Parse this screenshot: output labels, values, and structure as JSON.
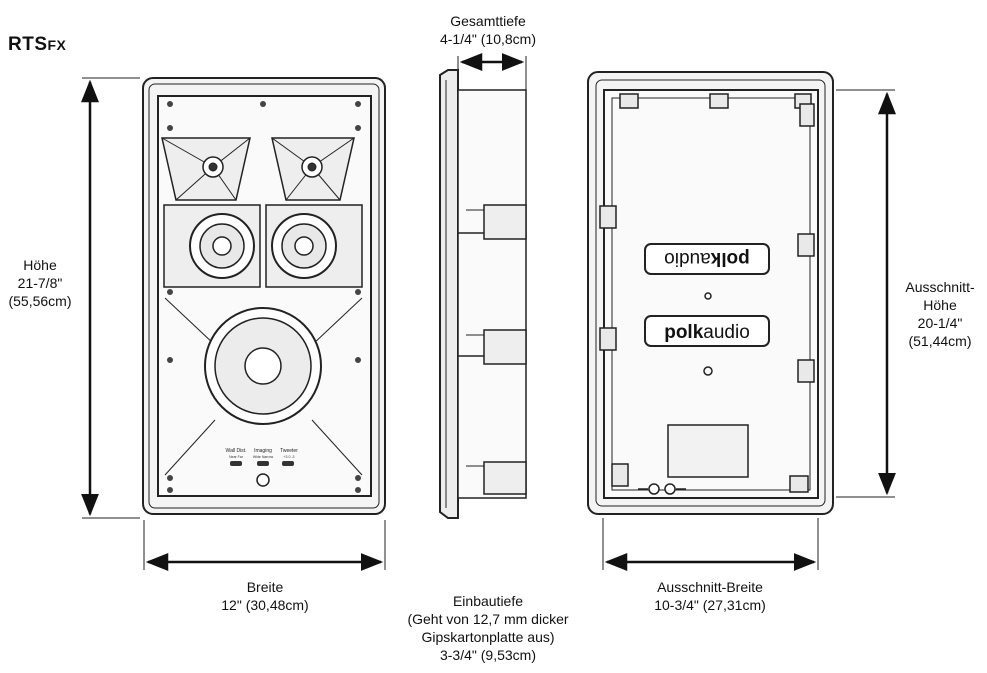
{
  "model": {
    "name_main": "RTS",
    "name_suffix": "FX"
  },
  "dimensions": {
    "height": {
      "label": "Höhe",
      "imperial": "21-7/8\"",
      "metric": "(55,56cm)"
    },
    "width": {
      "label": "Breite",
      "value": "12\" (30,48cm)"
    },
    "total_depth": {
      "label": "Gesamttiefe",
      "value": "4-1/4\" (10,8cm)"
    },
    "mount_depth": {
      "label": "Einbautiefe",
      "note_line1": "(Geht von 12,7 mm dicker",
      "note_line2": "Gipskartonplatte aus)",
      "value": "3-3/4\" (9,53cm)"
    },
    "cutout_width": {
      "label": "Ausschnitt-Breite",
      "value": "10-3/4\" (27,31cm)"
    },
    "cutout_height": {
      "label_line1": "Ausschnitt-",
      "label_line2": "Höhe",
      "imperial": "20-1/4\"",
      "metric": "(51,44cm)"
    }
  },
  "front_panel": {
    "switch_labels": [
      "Wall Dist.",
      "Imaging",
      "Tweeter"
    ],
    "switch_sublabels": [
      "Near  Far",
      "Wide  Narrow",
      "+3  0  -3"
    ]
  },
  "brand": {
    "logo_text_bold": "polk",
    "logo_text_light": "audio"
  }
}
